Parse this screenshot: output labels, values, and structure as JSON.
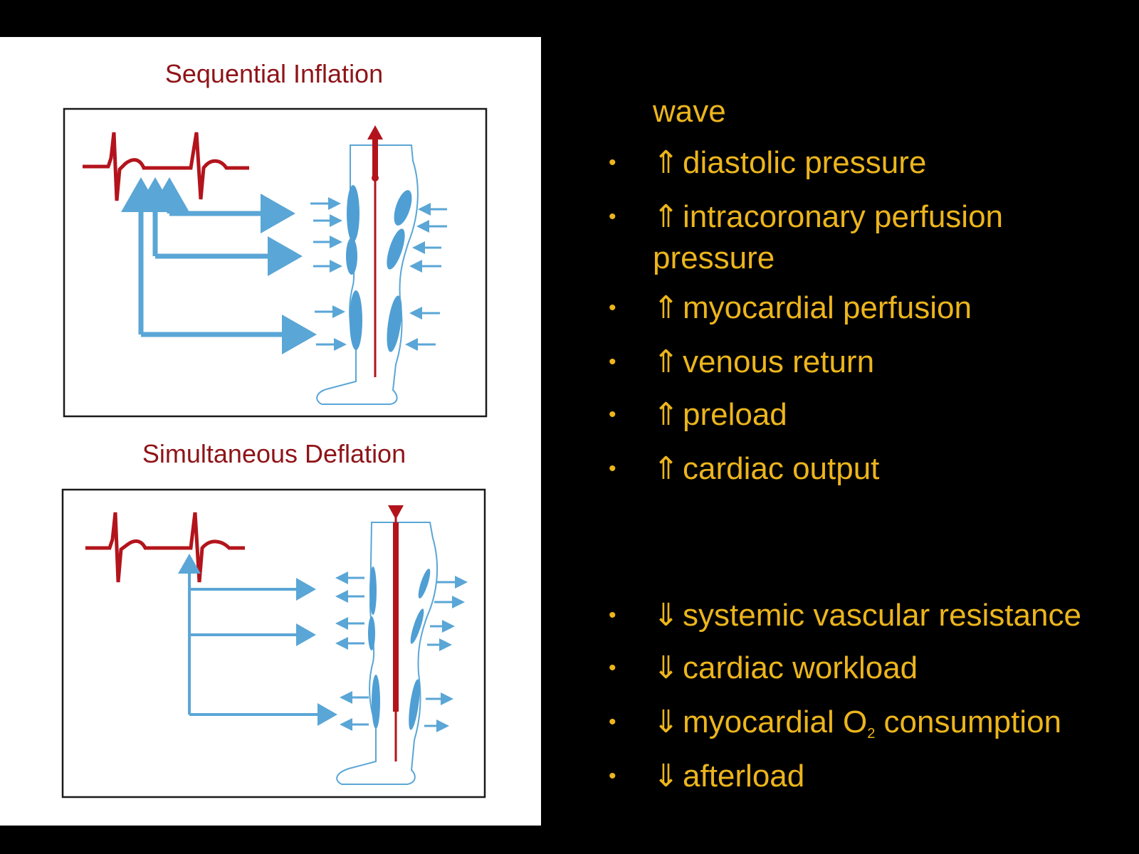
{
  "figure": {
    "top_caption": "Sequential Inflation",
    "bottom_caption": "Simultaneous Deflation",
    "colors": {
      "ecg": "#b3141c",
      "arrow": "#5aa6d6",
      "cuff": "#4f9fd4",
      "frame": "#1a1a1a"
    }
  },
  "effects": {
    "bullet_glyph": "•",
    "increase_glyph": "⇑",
    "decrease_glyph": "⇓",
    "continuation": "wave",
    "increase": [
      "diastolic pressure",
      "intracoronary perfusion",
      "myocardial perfusion",
      "venous return",
      "preload",
      "cardiac output"
    ],
    "increase_wrap": "pressure",
    "decrease": [
      "systemic vascular resistance",
      "cardiac workload",
      "afterload"
    ],
    "o2": {
      "before": "myocardial O",
      "sub": "2",
      "after": " consumption"
    },
    "text_color": "#ecb51c"
  }
}
